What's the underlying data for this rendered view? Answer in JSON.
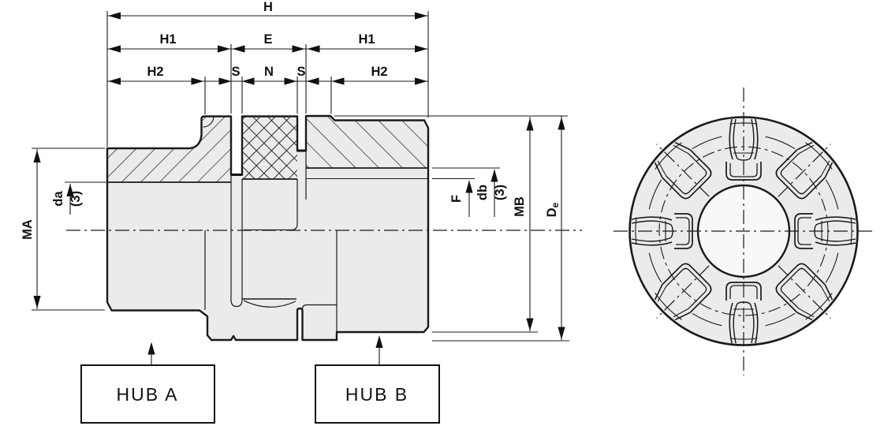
{
  "colors": {
    "line": "#1a1a1a",
    "part_fill": "#e9ebec",
    "background": "#ffffff"
  },
  "section_view": {
    "dims": {
      "h": "H",
      "h1": "H1",
      "e": "E",
      "h2": "H2",
      "s": "S",
      "n": "N",
      "ma": "MA",
      "da": "da",
      "da_note": "(3)",
      "f": "F",
      "db": "db",
      "db_note": "(3)",
      "mb": "MB",
      "de_main": "D",
      "de_sub": "e"
    },
    "callouts": {
      "hub_a": "HUB A",
      "hub_b": "HUB B"
    }
  }
}
